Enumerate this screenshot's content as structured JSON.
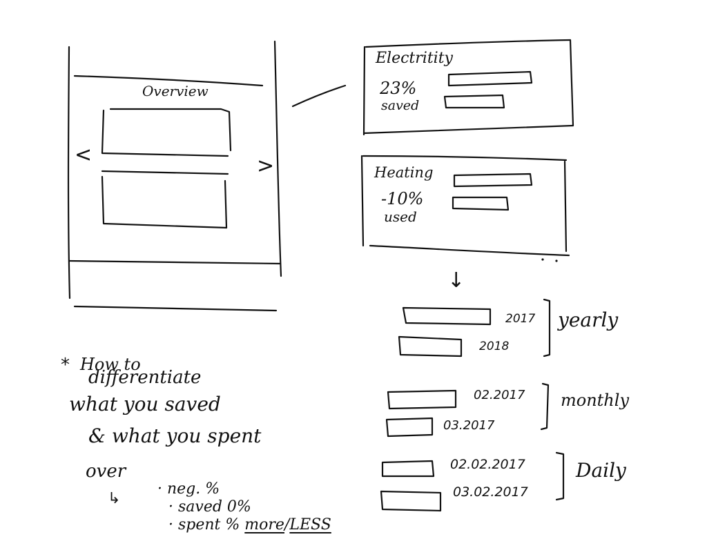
{
  "phone": {
    "header_title": "Overview",
    "prev_glyph": "<",
    "next_glyph": ">"
  },
  "electricity_card": {
    "title": "Electritity",
    "percent": "23%",
    "caption": "saved",
    "bar_fill_fraction_top": 1.0,
    "bar_fill_fraction_bottom": 0.7
  },
  "heating_card": {
    "title": "Heating",
    "percent": "-10%",
    "caption": "used",
    "bar_fill_fraction_top": 1.0,
    "bar_fill_fraction_bottom": 0.7
  },
  "down_arrow": "↓",
  "comparisons": {
    "yearly": {
      "label": "yearly",
      "rows": [
        {
          "label": "2017"
        },
        {
          "label": "2018"
        }
      ]
    },
    "monthly": {
      "label": "monthly",
      "rows": [
        {
          "label": "02.2017"
        },
        {
          "label": "03.2017"
        }
      ]
    },
    "daily": {
      "label": "Daily",
      "rows": [
        {
          "label": "02.02.2017"
        },
        {
          "label": "03.02.2017"
        }
      ]
    }
  },
  "notes": {
    "asterisk": "*",
    "line1": "How to",
    "line2": "differentiate",
    "line3": "what you saved",
    "line4": "& what you spent",
    "line5": "over",
    "arrow": "↳",
    "bullet1": "· neg. %",
    "bullet2": "· saved 0%",
    "bullet3_prefix": "· spent %",
    "bullet3_more": "more",
    "bullet3_sep": "/",
    "bullet3_less": "LESS"
  },
  "colors": {
    "ink": "#111111",
    "paper": "#ffffff"
  }
}
